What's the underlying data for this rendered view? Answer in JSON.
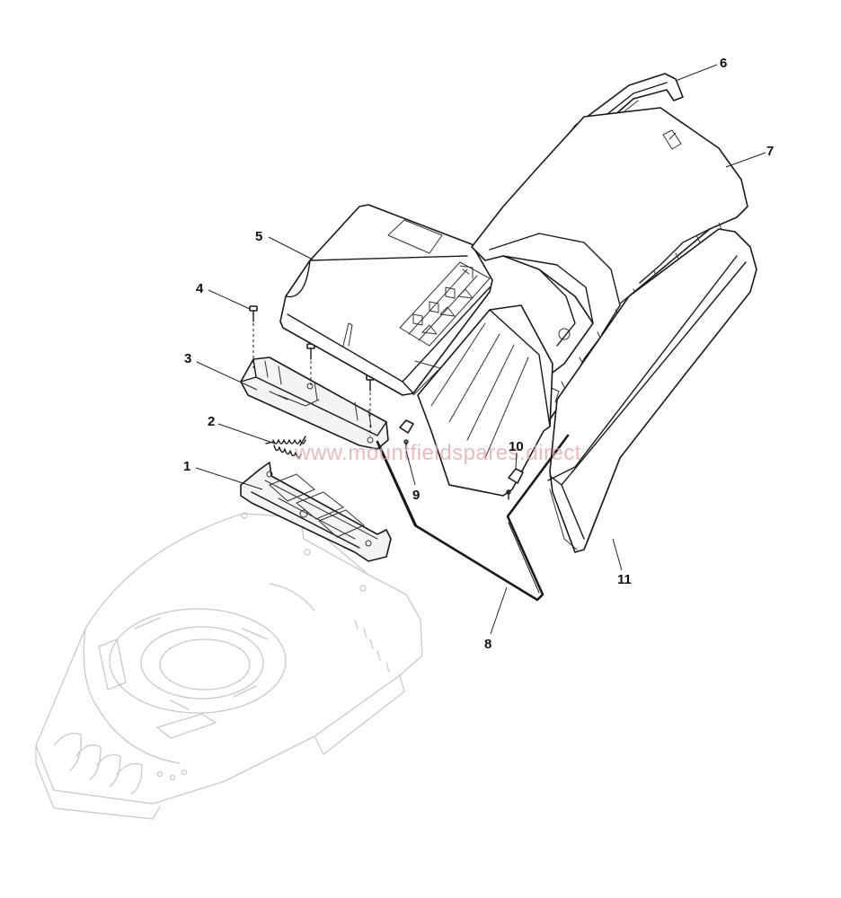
{
  "watermark": "www.mountfieldspares.direct",
  "callouts": [
    {
      "id": "1",
      "label": "1"
    },
    {
      "id": "2",
      "label": "2"
    },
    {
      "id": "3",
      "label": "3"
    },
    {
      "id": "4",
      "label": "4"
    },
    {
      "id": "5",
      "label": "5"
    },
    {
      "id": "6",
      "label": "6"
    },
    {
      "id": "7",
      "label": "7"
    },
    {
      "id": "8",
      "label": "8"
    },
    {
      "id": "9",
      "label": "9"
    },
    {
      "id": "10",
      "label": "10"
    },
    {
      "id": "11",
      "label": "11"
    }
  ]
}
